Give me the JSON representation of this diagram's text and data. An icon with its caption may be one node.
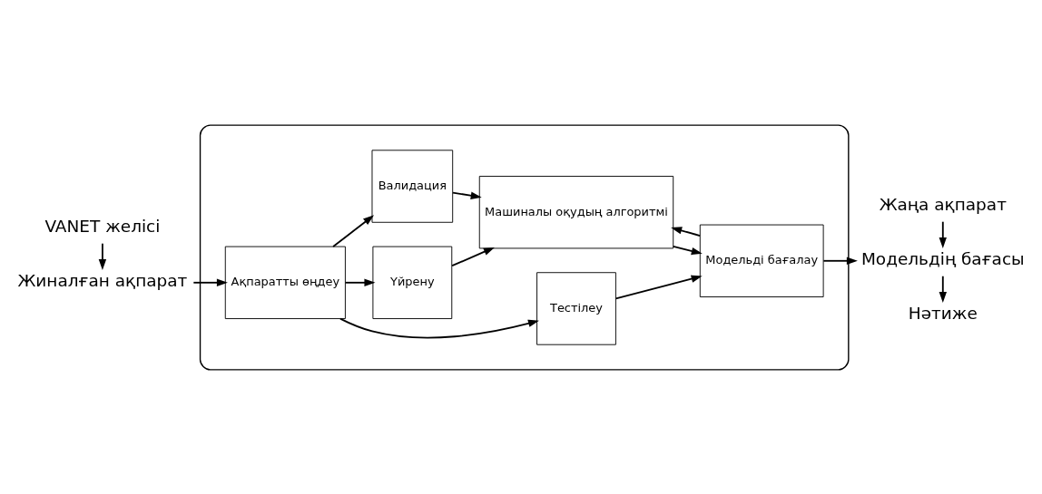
{
  "diagram": {
    "nodes": [
      {
        "text": [],
        "shape": "ellipse"
      },
      {
        "text": [
          "VANET желісі"
        ]
      },
      {
        "text": [
          "Жиналған ақпарат"
        ]
      },
      {
        "text": [
          "Ақпаратты өңдеу"
        ],
        "in": 0
      },
      {
        "text": [
          "Тестілеу"
        ],
        "in": 0
      },
      {
        "text": [
          "Үйрену"
        ],
        "in": 0
      },
      {
        "text": [
          "Валидация"
        ],
        "in": 0
      },
      {
        "text": [
          "Машиналы оқудың алгоритмі"
        ],
        "in": 0
      },
      {
        "text": [
          "Модельді бағалау"
        ],
        "in": 0
      },
      {
        "text": [
          "Модельдің бағасы"
        ]
      },
      {
        "text": [
          "Нәтиже"
        ]
      },
      {
        "text": [
          "Жаңа ақпарат"
        ]
      }
    ],
    "edges": [
      {
        "from": 1,
        "to": 2,
        "arrow": "to"
      },
      {
        "from": 2,
        "to": 3,
        "arrow": "to"
      },
      {
        "from": 3,
        "to": 4,
        "arrow": "to"
      },
      {
        "from": 3,
        "to": 5,
        "arrow": "to"
      },
      {
        "from": 3,
        "to": 6,
        "arrow": "to"
      },
      {
        "from": 5,
        "to": 7,
        "arrow": "to"
      },
      {
        "from": 6,
        "to": 7,
        "arrow": "to"
      },
      {
        "from": 7,
        "to": 8,
        "arrow": "to"
      },
      {
        "from": 4,
        "to": 8,
        "arrow": "to"
      },
      {
        "from": 8,
        "to": 7,
        "arrow": "to"
      },
      {
        "from": 8,
        "to": 9,
        "arrow": "to"
      },
      {
        "from": 9,
        "to": 10,
        "arrow": "to"
      },
      {
        "from": 11,
        "to": 9,
        "arrow": "to"
      }
    ]
  }
}
